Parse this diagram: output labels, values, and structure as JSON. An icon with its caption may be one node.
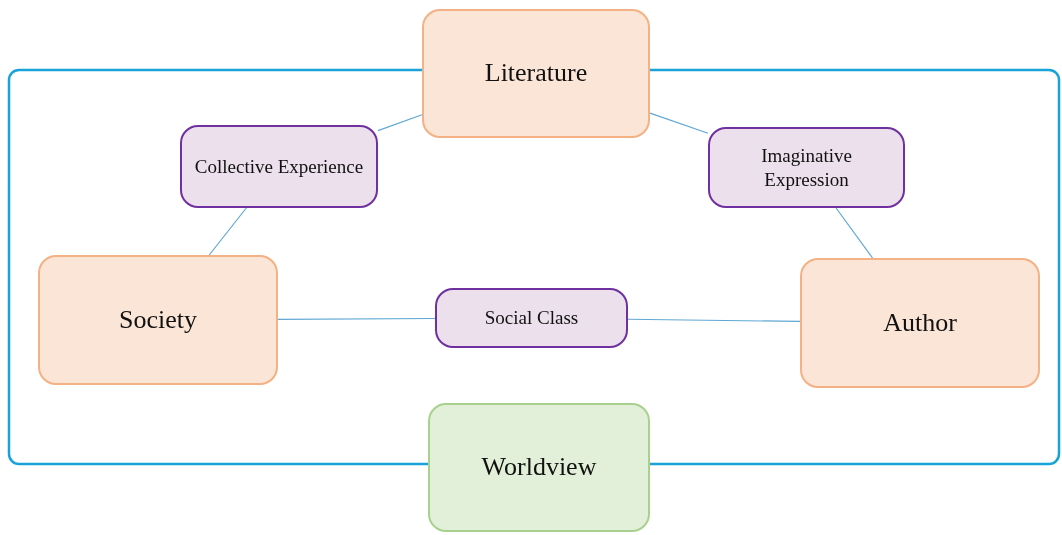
{
  "diagram": {
    "nodes": [
      {
        "text": [
          "Literature"
        ]
      },
      {
        "text": [
          "Collective Experience"
        ]
      },
      {
        "text": [
          "Imaginative Expression"
        ]
      },
      {
        "text": [
          "Society"
        ]
      },
      {
        "text": [
          "Social Class"
        ]
      },
      {
        "text": [
          "Author"
        ]
      },
      {
        "text": [
          "Worldview"
        ]
      }
    ],
    "edges": [
      {
        "from": 0,
        "to": 1,
        "arrow": "none"
      },
      {
        "from": 1,
        "to": 3,
        "arrow": "none"
      },
      {
        "from": 0,
        "to": 2,
        "arrow": "none"
      },
      {
        "from": 2,
        "to": 5,
        "arrow": "none"
      },
      {
        "from": 3,
        "to": 4,
        "arrow": "none"
      },
      {
        "from": 4,
        "to": 5,
        "arrow": "none"
      }
    ]
  }
}
